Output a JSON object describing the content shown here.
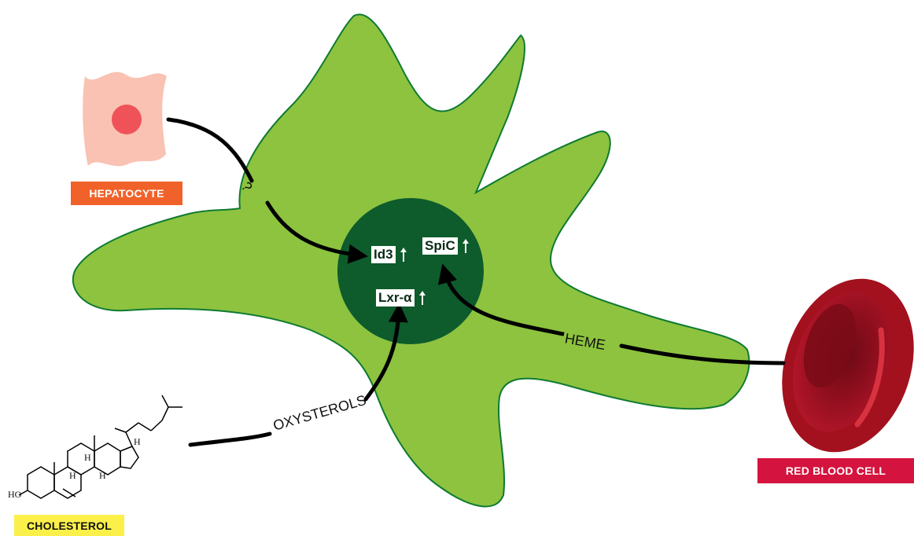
{
  "labels": {
    "hepatocyte": "HEPATOCYTE",
    "red_blood_cell": "RED BLOOD CELL",
    "cholesterol": "CHOLESTEROL"
  },
  "genes": {
    "id3": "Id3",
    "spic": "SpiC",
    "lxr": "Lxr-α"
  },
  "pathway_labels": {
    "oxysterols": "OXYSTEROLS",
    "heme": "HEME",
    "unknown": "?"
  },
  "molecule_atoms": {
    "ho": "HO",
    "h1": "H",
    "h2": "H",
    "h3": "H",
    "h4": "H"
  },
  "colors": {
    "macrophage": "#8dc33f",
    "nucleus": "#0e5b2c",
    "hepatocyte_label": "#f0622a",
    "rbc_label": "#d4143e",
    "cholesterol_label": "#fbf04a",
    "red_cell": "#a3111f"
  }
}
